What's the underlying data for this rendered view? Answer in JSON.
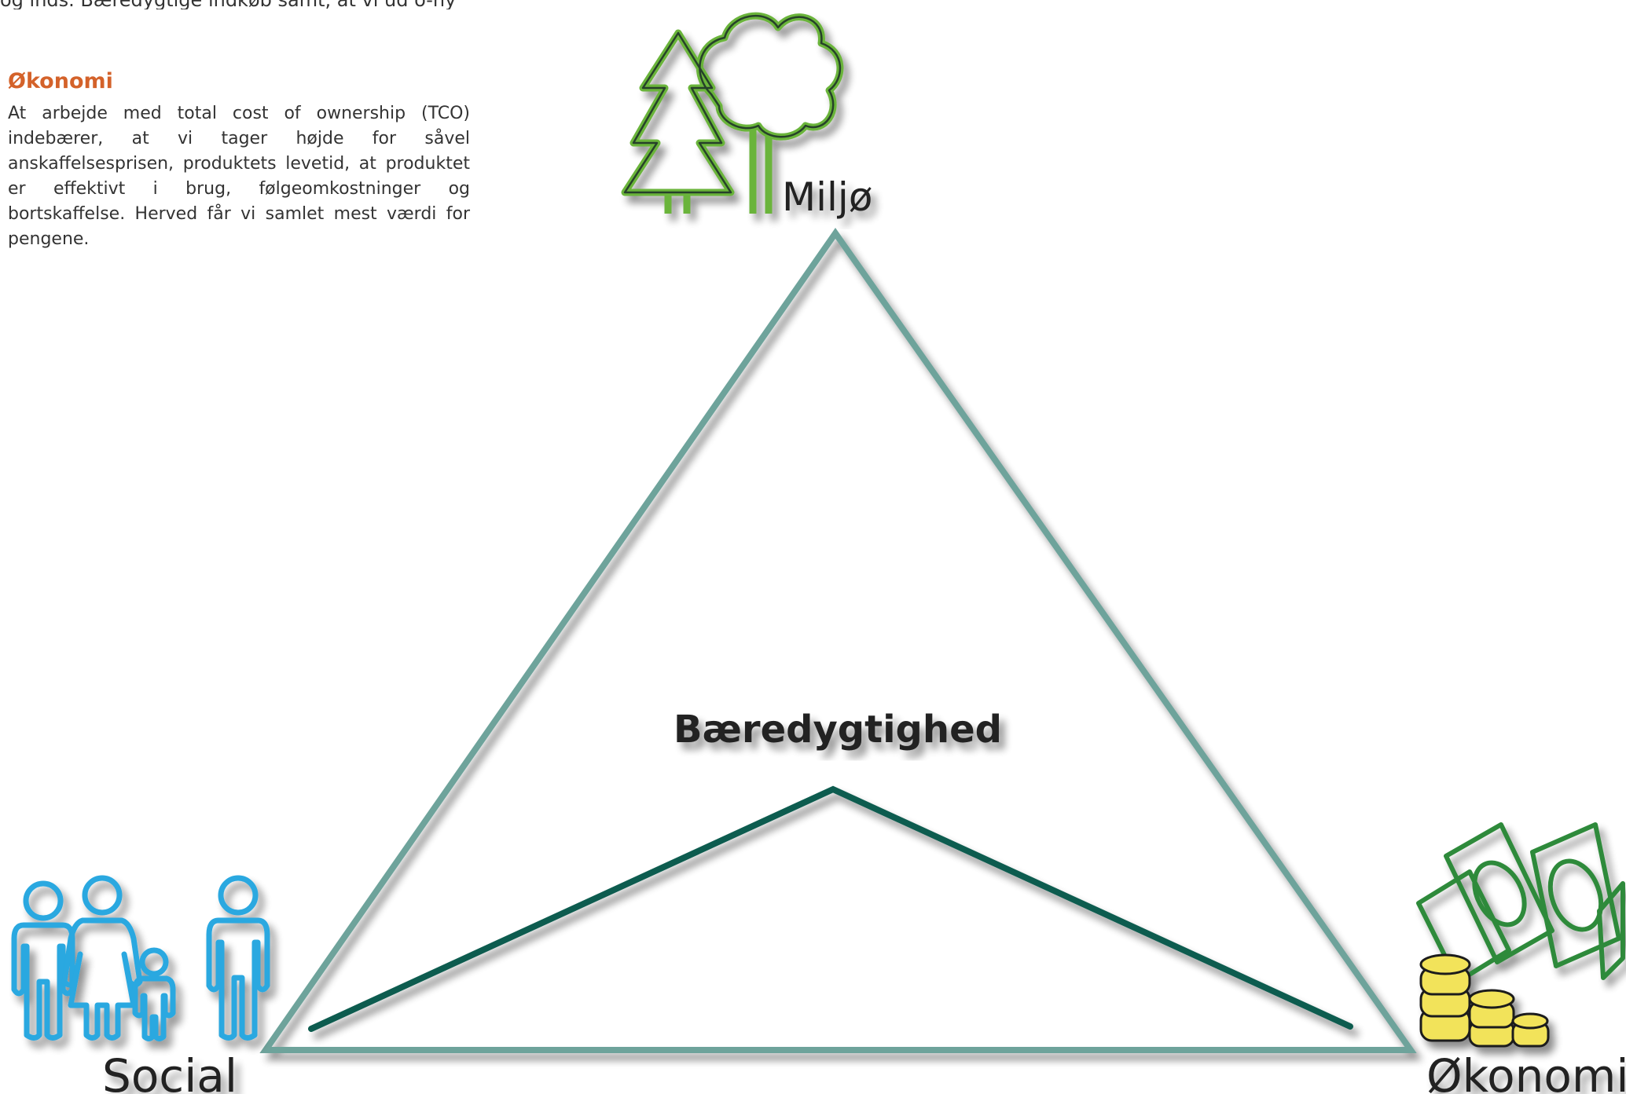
{
  "top_cut_text": "og inds. Bæredygtige indkøb samt, at vi ud o-ny",
  "economy_section": {
    "heading": "Økonomi",
    "body": "At arbejde med total cost of ownership (TCO) indebærer, at vi tager højde for såvel anskaffelsesprisen, produktets levetid, at produktet er effektivt i brug, følgeomkost­ninger og bortskaffelse. Herved får vi samlet mest værdi for pengene."
  },
  "diagram": {
    "center_label": "Bæredygtighed",
    "vertices": {
      "top": {
        "label": "Miljø",
        "icon": "trees-icon"
      },
      "left": {
        "label": "Social",
        "icon": "family-icon"
      },
      "right": {
        "label": "Økonomi",
        "icon": "money-icon"
      }
    }
  },
  "colors": {
    "triangle": "#6ea39b",
    "inner_lines": "#0f5b4f",
    "heading_orange": "#d4622a",
    "trees_green": "#6ab43a",
    "family_blue": "#29a8e0",
    "money_green": "#2f8a3a",
    "coins_yellow": "#f2e35a"
  }
}
